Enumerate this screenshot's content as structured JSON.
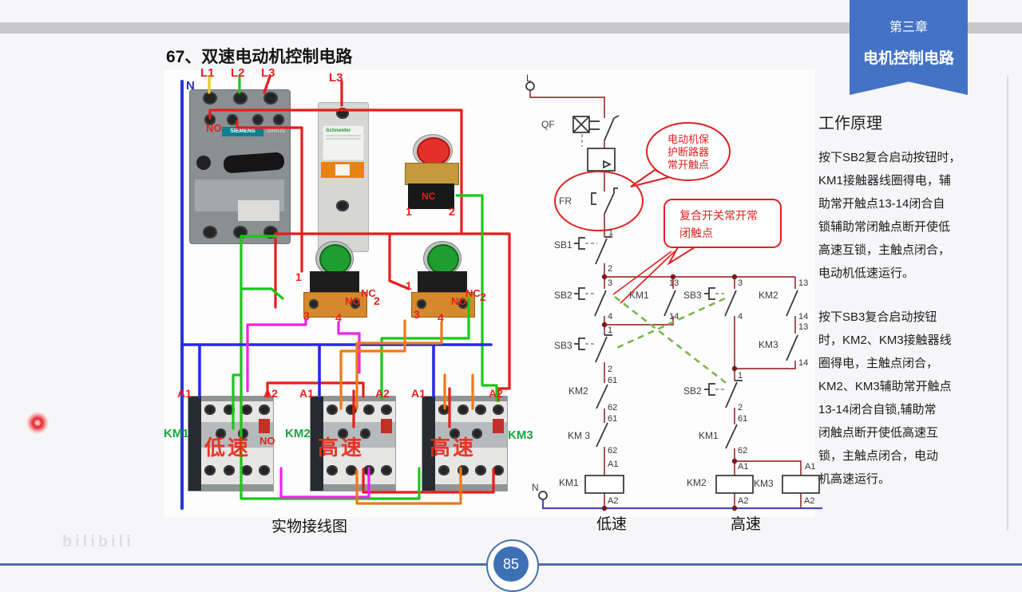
{
  "ribbon": {
    "chapter": "第三章",
    "title": "电机控制电路"
  },
  "slide": {
    "title": "67、双速电动机控制电路",
    "page": "85",
    "watermark": "bilibili"
  },
  "wiring": {
    "caption": "实物接线图",
    "brand": {
      "siemens": "SIEMENS",
      "sirius": "SIRIUS",
      "schneider": "Schneider"
    },
    "labels": {
      "N": "N",
      "L1": "L1",
      "L2": "L2",
      "L3": "L3",
      "NO": "NO",
      "NC": "NC",
      "n1": "1",
      "n2": "2",
      "n3": "3",
      "n4": "4",
      "A1": "A1",
      "A2": "A2",
      "KM1": "KM1",
      "KM2": "KM2",
      "KM3": "KM3",
      "low": "低速",
      "high": "高速"
    }
  },
  "schematic": {
    "caption_low": "低速",
    "caption_high": "高速",
    "labels": {
      "L": "L",
      "N": "N",
      "QF": "QF",
      "FR": "FR",
      "SB1": "SB1",
      "SB2": "SB2",
      "SB3": "SB3",
      "KM1": "KM1",
      "KM2": "KM2",
      "KM3": "KM3",
      "KM_3": "KM 3"
    },
    "terms": {
      "t1": "1",
      "t2": "2",
      "t3": "3",
      "t4": "4",
      "t13": "13",
      "t14": "14",
      "t61": "61",
      "t62": "62",
      "A1": "A1",
      "A2": "A2"
    },
    "annotations": {
      "bubble1": "电动机保\n护断路器\n常开触点",
      "bubble2": "复合开关常开常\n闭触点"
    }
  },
  "principle": {
    "heading": "工作原理",
    "para1": "按下SB2复合启动按钮时，\nKM1接触器线圈得电，辅\n助常开触点13-14闭合自\n锁辅助常闭触点断开使低\n高速互锁，主触点闭合，\n电动机低速运行。",
    "para2": "按下SB3复合启动按钮\n时，KM2、KM3接触器线\n圈得电，主触点闭合，\nKM2、KM3辅助常开触点\n13-14闭合自锁,辅助常\n闭触点断开使低高速互\n锁，主触点闭合，电动\n机高速运行。"
  },
  "colors": {
    "ribbon_blue": "#4472c4",
    "badge_blue": "#3e70b8",
    "annotation_red": "#e02020",
    "circuit_maroon": "#9a3838",
    "neutral_blue": "#4646c8",
    "link_green": "#7ab648"
  }
}
